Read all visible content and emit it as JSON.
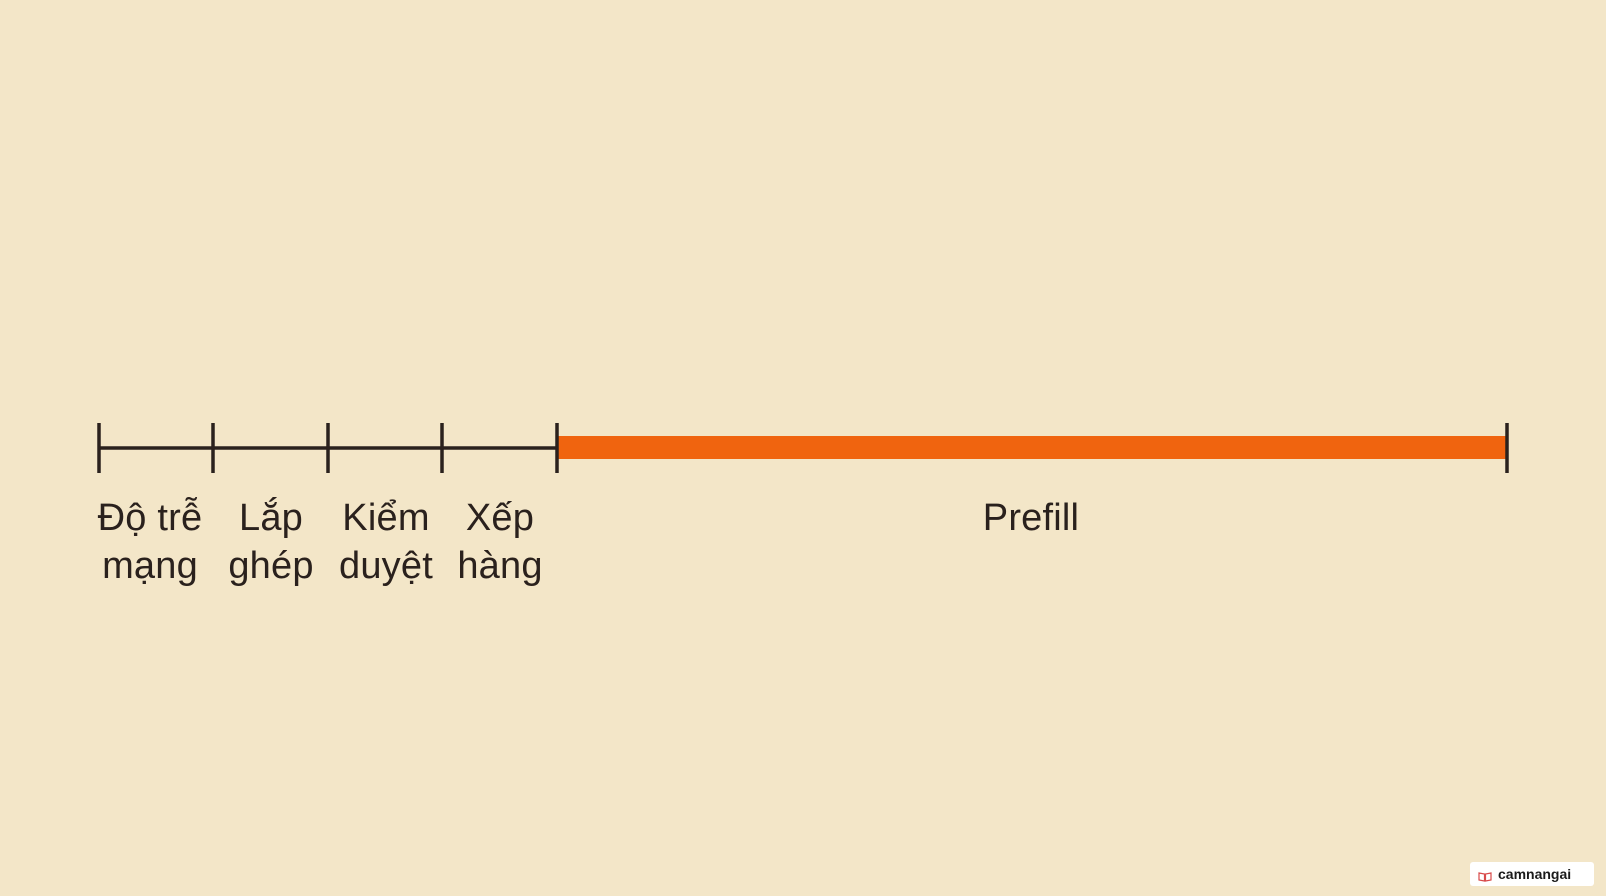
{
  "segments": [
    {
      "line1": "Độ trễ",
      "line2": "mạng"
    },
    {
      "line1": "Lắp",
      "line2": "ghép"
    },
    {
      "line1": "Kiểm",
      "line2": "duyệt"
    },
    {
      "line1": "Xếp",
      "line2": "hàng"
    }
  ],
  "prefill_label": "Prefill",
  "watermark": {
    "text": "camnangai",
    "icon": "book-icon"
  },
  "colors": {
    "background": "#f3e6c8",
    "line": "#2a211d",
    "prefill_bar": "#f0640f"
  }
}
